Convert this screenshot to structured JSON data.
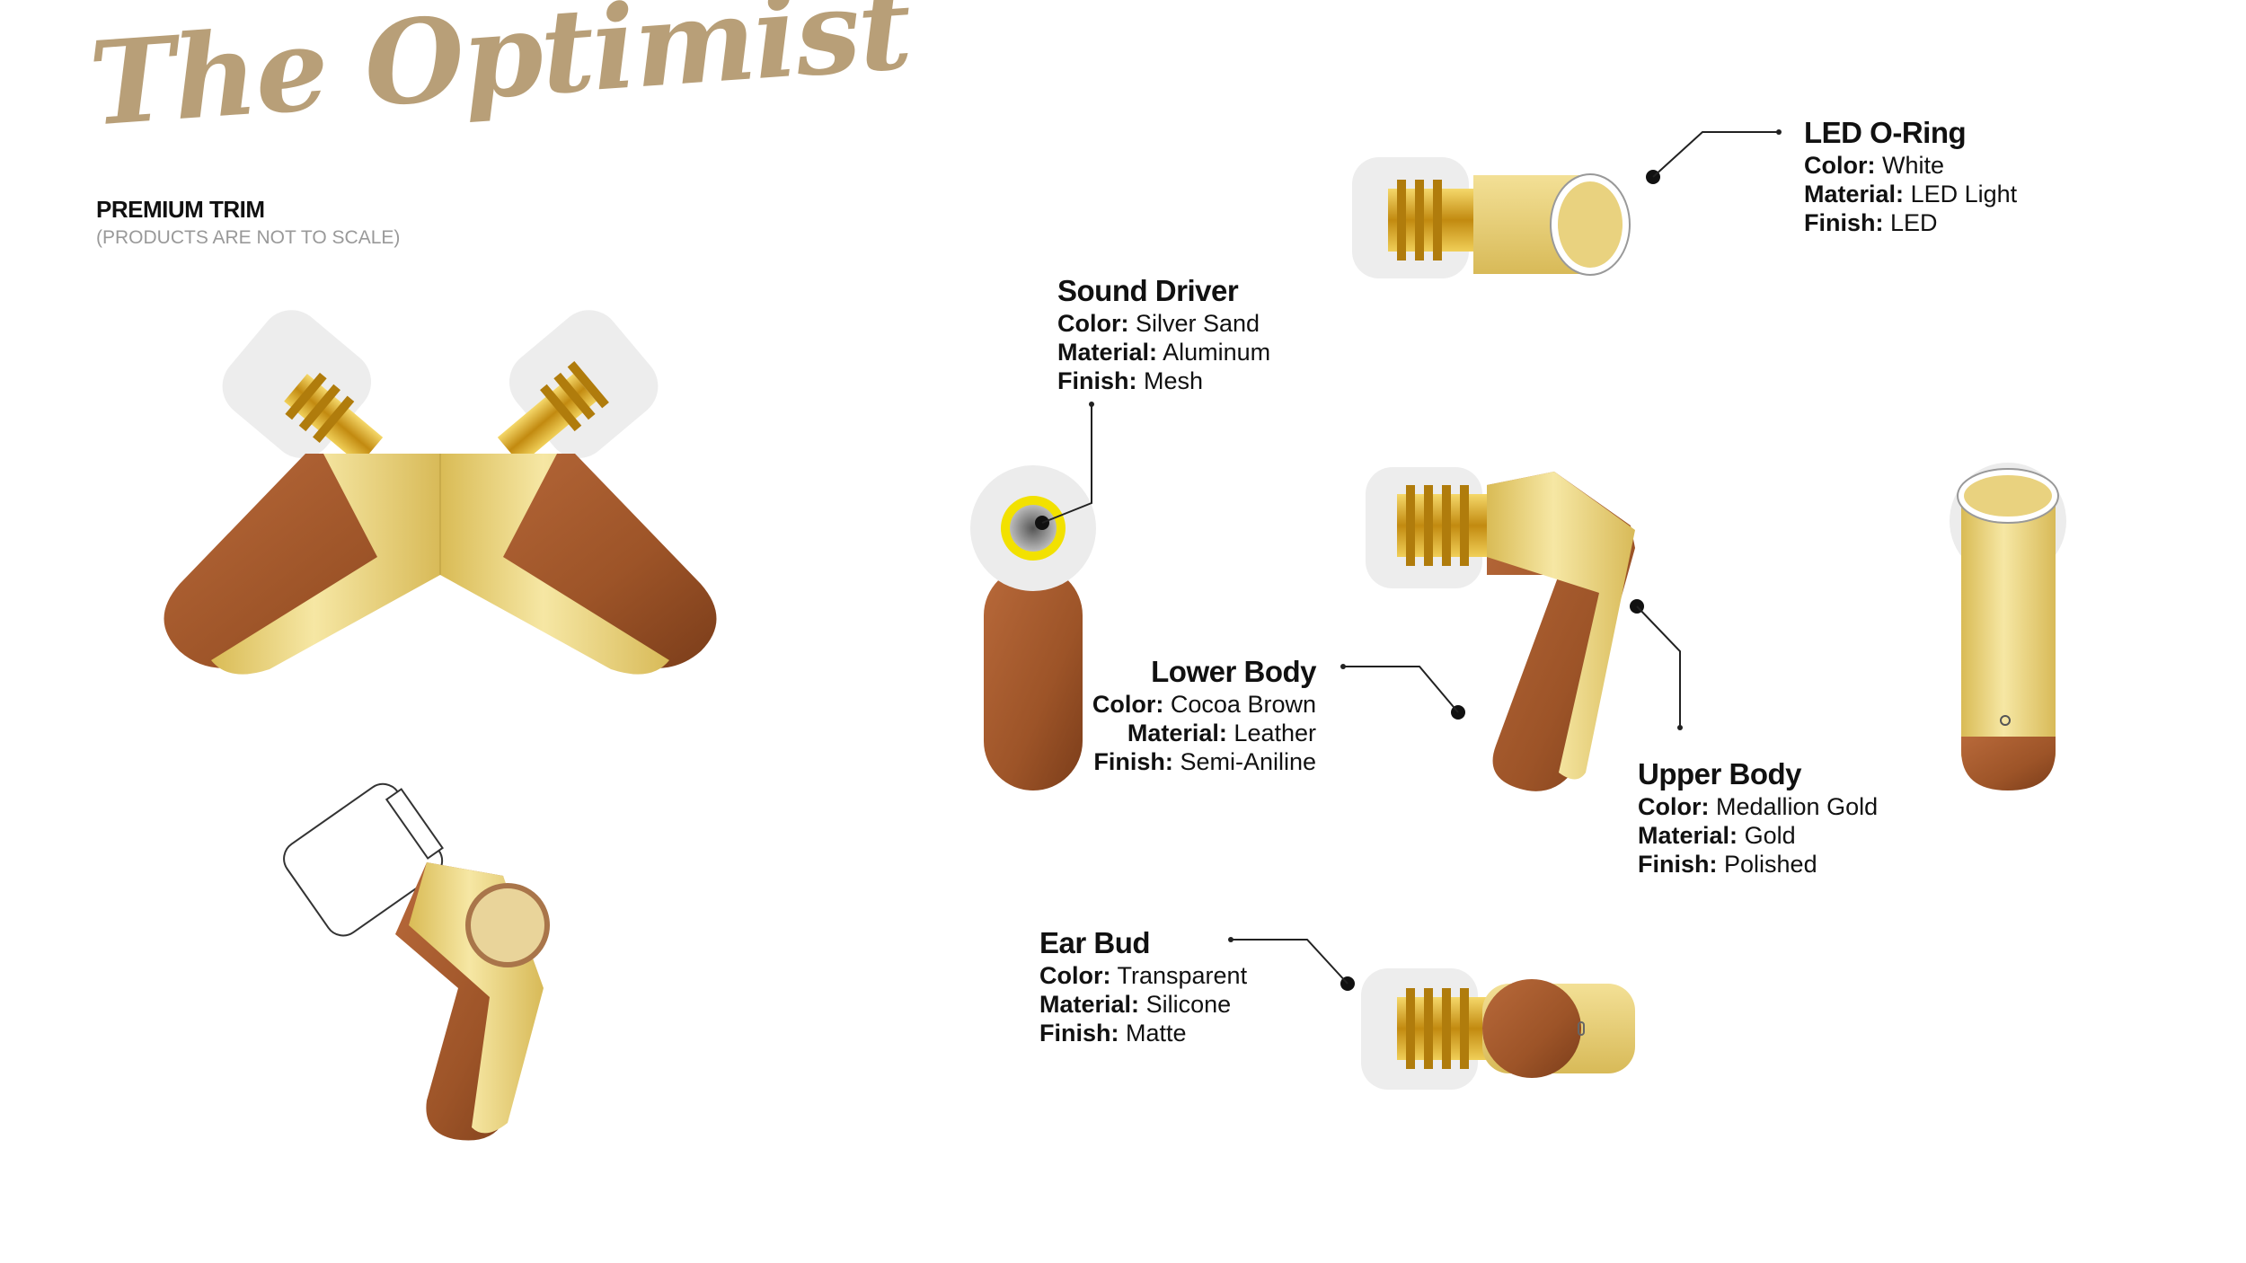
{
  "brand": "The Optimist",
  "subtitle": "PREMIUM TRIM",
  "note": "(PRODUCTS ARE NOT TO SCALE)",
  "colors": {
    "gold": "#e9cf6f",
    "gold_light": "#f6e7a4",
    "leather": "#a45a2c",
    "leather_dark": "#7b3d1a",
    "silicone": "#e9e9e9",
    "brass": "#d4a21e",
    "brand": "#b89f78",
    "led_yellow": "#f2e100"
  },
  "parts": {
    "led_oring": {
      "title": "LED O-Ring",
      "color_label": "Color:",
      "color": "White",
      "material_label": "Material:",
      "material": "LED Light",
      "finish_label": "Finish:",
      "finish": "LED"
    },
    "sound_driver": {
      "title": "Sound Driver",
      "color_label": "Color:",
      "color": "Silver Sand",
      "material_label": "Material:",
      "material": "Aluminum",
      "finish_label": "Finish:",
      "finish": "Mesh"
    },
    "lower_body": {
      "title": "Lower Body",
      "color_label": "Color:",
      "color": "Cocoa Brown",
      "material_label": "Material:",
      "material": "Leather",
      "finish_label": "Finish:",
      "finish": "Semi-Aniline"
    },
    "upper_body": {
      "title": "Upper Body",
      "color_label": "Color:",
      "color": "Medallion Gold",
      "material_label": "Material:",
      "material": "Gold",
      "finish_label": "Finish:",
      "finish": "Polished"
    },
    "ear_bud": {
      "title": "Ear Bud",
      "color_label": "Color:",
      "color": "Transparent",
      "material_label": "Material:",
      "material": "Silicone",
      "finish_label": "Finish:",
      "finish": "Matte"
    }
  }
}
